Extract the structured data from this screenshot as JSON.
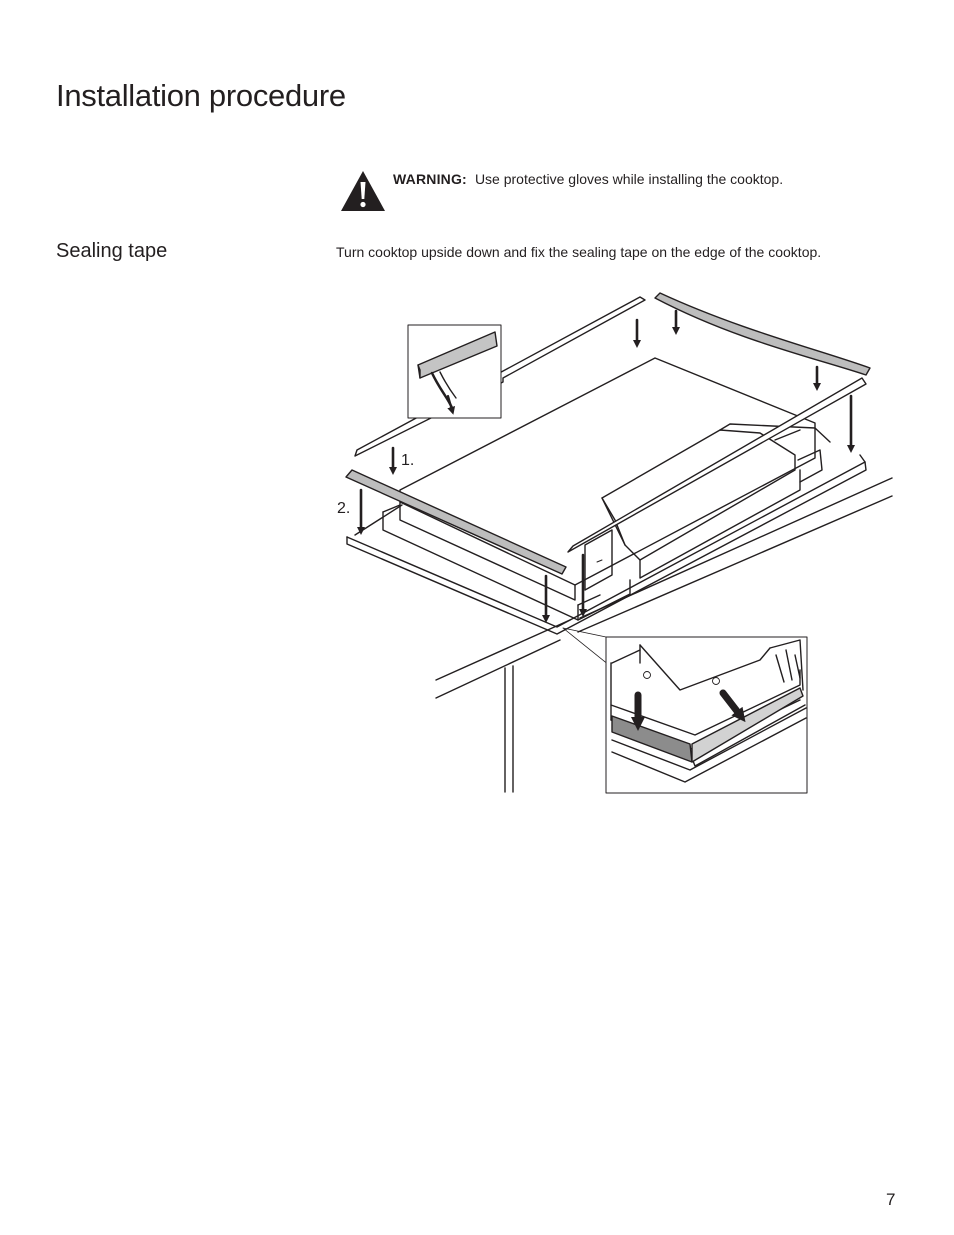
{
  "page": {
    "title": "Installation procedure",
    "page_number": "7"
  },
  "warning": {
    "icon": "warning-triangle-icon",
    "label": "WARNING:",
    "text": "Use protective gloves while installing the cooktop."
  },
  "section": {
    "heading": "Sealing tape",
    "instruction": "Turn cooktop upside down and fix the sealing tape on the edge of the cooktop."
  },
  "illustration": {
    "step1_label": "1.",
    "step2_label": "2."
  }
}
